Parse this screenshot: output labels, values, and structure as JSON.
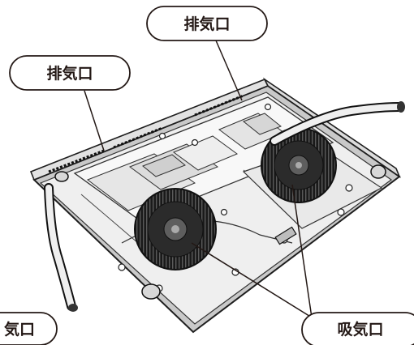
{
  "callouts": {
    "exhaust_top": "排気口",
    "exhaust_left": "排気口",
    "exhaust_bottom_left": "気口",
    "intake_bottom_right": "吸気口"
  }
}
